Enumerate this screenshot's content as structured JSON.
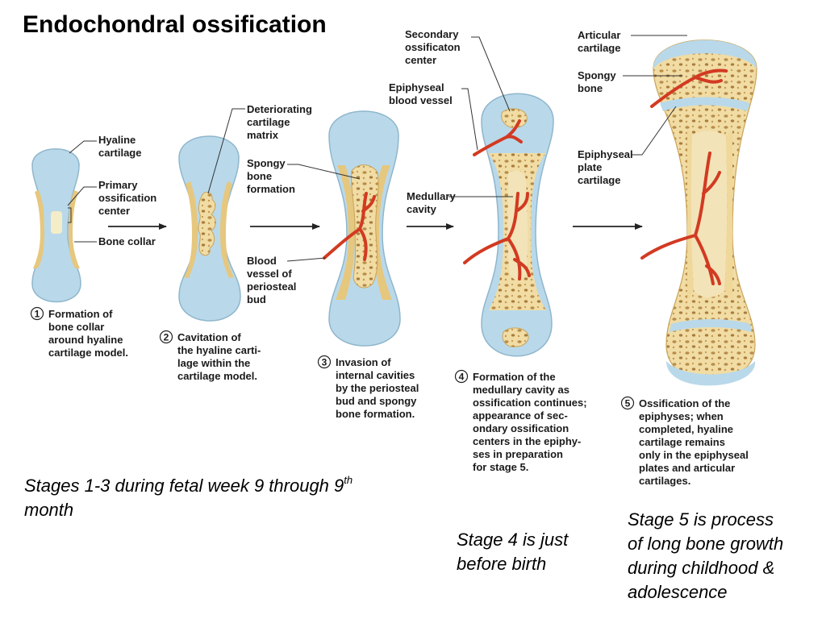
{
  "title": "Endochondral ossification",
  "colors": {
    "cartilage": "#b9d9ea",
    "bone": "#f1dca4",
    "spongy": "#c9a45a",
    "vessel": "#d23a22",
    "arrow": "#222222"
  },
  "stages": [
    {
      "number": "1",
      "caption": [
        "Formation of",
        "bone collar",
        "around hyaline",
        "cartilage model."
      ],
      "labels": [
        [
          "Hyaline",
          "cartilage"
        ],
        [
          "Primary",
          "ossification",
          "center"
        ],
        [
          "Bone collar"
        ]
      ]
    },
    {
      "number": "2",
      "caption": [
        "Cavitation of",
        "the hyaline carti-",
        "lage within the",
        "cartilage model."
      ],
      "labels": [
        [
          "Deteriorating",
          "cartilage",
          "matrix"
        ]
      ]
    },
    {
      "number": "3",
      "caption": [
        "Invasion of",
        "internal cavities",
        "by the periosteal",
        "bud and spongy",
        "bone formation."
      ],
      "labels": [
        [
          "Spongy",
          "bone",
          "formation"
        ],
        [
          "Blood",
          "vessel of",
          "periosteal",
          "bud"
        ]
      ]
    },
    {
      "number": "4",
      "caption": [
        "Formation of the",
        "medullary cavity as",
        "ossification continues;",
        "appearance of sec-",
        "ondary ossification",
        "centers in the epiphy-",
        "ses in preparation",
        "for stage 5."
      ],
      "labels": [
        [
          "Secondary",
          "ossificaton",
          "center"
        ],
        [
          "Epiphyseal",
          "blood vessel"
        ],
        [
          "Medullary",
          "cavity"
        ]
      ]
    },
    {
      "number": "5",
      "caption": [
        "Ossification of the",
        "epiphyses; when",
        "completed, hyaline",
        "cartilage remains",
        "only in the epiphyseal",
        "plates and articular",
        "cartilages."
      ],
      "labels": [
        [
          "Articular",
          "cartilage"
        ],
        [
          "Spongy",
          "bone"
        ],
        [
          "Epiphyseal",
          "plate",
          "cartilage"
        ]
      ]
    }
  ],
  "notes": {
    "fetal": {
      "prefix": "Stages 1-3 during fetal week 9 through 9",
      "sup": "th",
      "suffix": "month"
    },
    "stage4": [
      "Stage 4 is just",
      "before birth"
    ],
    "stage5": [
      "Stage 5 is process",
      "of long bone growth",
      "during childhood &",
      "adolescence"
    ]
  }
}
